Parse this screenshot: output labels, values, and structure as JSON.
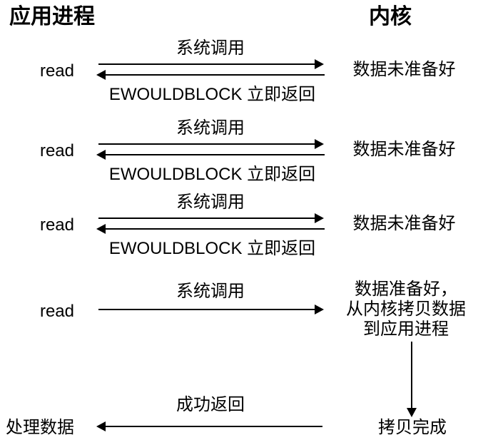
{
  "headers": {
    "left": "应用进程",
    "right": "内核"
  },
  "rounds": [
    {
      "caller": "read",
      "call_label": "系统调用",
      "return_label": "EWOULDBLOCK 立即返回",
      "kernel_state": "数据未准备好"
    },
    {
      "caller": "read",
      "call_label": "系统调用",
      "return_label": "EWOULDBLOCK 立即返回",
      "kernel_state": "数据未准备好"
    },
    {
      "caller": "read",
      "call_label": "系统调用",
      "return_label": "EWOULDBLOCK 立即返回",
      "kernel_state": "数据未准备好"
    }
  ],
  "final_round": {
    "caller": "read",
    "call_label": "系统调用",
    "kernel_state_lines": [
      "数据准备好，",
      "从内核拷贝数据",
      "到应用进程"
    ]
  },
  "completion": {
    "copy_done_label": "拷贝完成",
    "return_label": "成功返回",
    "process_label": "处理数据"
  },
  "colors": {
    "text": "#000000",
    "arrow": "#000000",
    "background": "#ffffff"
  }
}
